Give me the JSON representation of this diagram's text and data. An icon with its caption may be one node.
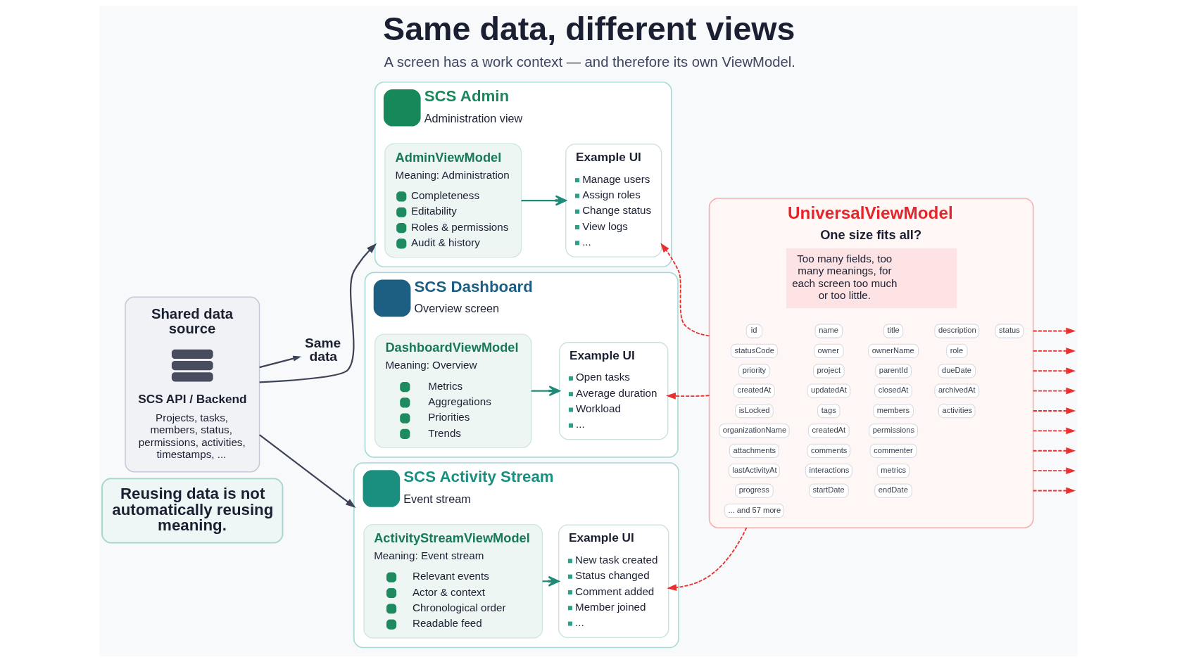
{
  "diagram": {
    "title": "Same data, different views",
    "caption": "A screen has a work context — and therefore its own ViewModel.",
    "nodes": [
      {
        "text": [
          "Shared data source",
          "SCS API / Backend",
          "Projects, tasks, members, status, permissions, activities, timestamps, ..."
        ]
      },
      {
        "text": [
          "Same data"
        ]
      },
      {
        "text": [
          "SCS Admin",
          "Administration view"
        ]
      },
      {
        "text": [
          "AdminViewModel",
          "Meaning: Administration",
          "Completeness",
          "Editability",
          "Roles & permissions",
          "Audit & history"
        ],
        "in": 2
      },
      {
        "text": [
          "Example UI",
          "Manage users",
          "Assign roles",
          "Change status",
          "View logs",
          "..."
        ],
        "in": 2
      },
      {
        "text": [
          "SCS Dashboard",
          "Overview screen"
        ]
      },
      {
        "text": [
          "DashboardViewModel",
          "Meaning: Overview",
          "Metrics",
          "Aggregations",
          "Priorities",
          "Trends"
        ],
        "in": 5
      },
      {
        "text": [
          "Example UI",
          "Open tasks",
          "Average duration",
          "Workload",
          "..."
        ],
        "in": 5
      },
      {
        "text": [
          "SCS Activity Stream",
          "Event stream"
        ]
      },
      {
        "text": [
          "ActivityStreamViewModel",
          "Meaning: Event stream",
          "Relevant events",
          "Actor & context",
          "Chronological order",
          "Readable feed"
        ],
        "in": 8
      },
      {
        "text": [
          "Example UI",
          "New task created",
          "Status changed",
          "Comment added",
          "Member joined",
          "..."
        ],
        "in": 8
      },
      {
        "text": [
          "UniversalViewModel",
          "One size fits all?",
          "Too many fields, too many meanings, for each screen too much or too little."
        ]
      },
      {
        "text": [
          "id"
        ],
        "in": 11
      },
      {
        "text": [
          "name"
        ],
        "in": 11
      },
      {
        "text": [
          "title"
        ],
        "in": 11
      },
      {
        "text": [
          "description"
        ],
        "in": 11
      },
      {
        "text": [
          "status"
        ],
        "in": 11
      },
      {
        "text": [
          "statusCode"
        ],
        "in": 11
      },
      {
        "text": [
          "owner"
        ],
        "in": 11
      },
      {
        "text": [
          "ownerName"
        ],
        "in": 11
      },
      {
        "text": [
          "role"
        ],
        "in": 11
      },
      {
        "text": [
          "organizationName"
        ],
        "in": 11
      },
      {
        "text": [
          "createdAt"
        ],
        "in": 11
      },
      {
        "text": [
          "permissions"
        ],
        "in": 11
      },
      {
        "text": [
          "priority"
        ],
        "in": 11
      },
      {
        "text": [
          "project"
        ],
        "in": 11
      },
      {
        "text": [
          "parentId"
        ],
        "in": 11
      },
      {
        "text": [
          "dueDate"
        ],
        "in": 11
      },
      {
        "text": [
          "createdAt"
        ],
        "in": 11
      },
      {
        "text": [
          "updatedAt"
        ],
        "in": 11
      },
      {
        "text": [
          "closedAt"
        ],
        "in": 11
      },
      {
        "text": [
          "archivedAt"
        ],
        "in": 11
      },
      {
        "text": [
          "isLocked"
        ],
        "in": 11
      },
      {
        "text": [
          "tags"
        ],
        "in": 11
      },
      {
        "text": [
          "members"
        ],
        "in": 11
      },
      {
        "text": [
          "activities"
        ],
        "in": 11
      },
      {
        "text": [
          "attachments"
        ],
        "in": 11
      },
      {
        "text": [
          "comments"
        ],
        "in": 11
      },
      {
        "text": [
          "commenter"
        ],
        "in": 11
      },
      {
        "text": [
          "lastActivityAt"
        ],
        "in": 11
      },
      {
        "text": [
          "interactions"
        ],
        "in": 11
      },
      {
        "text": [
          "metrics"
        ],
        "in": 11
      },
      {
        "text": [
          "progress"
        ],
        "in": 11
      },
      {
        "text": [
          "startDate"
        ],
        "in": 11
      },
      {
        "text": [
          "endDate"
        ],
        "in": 11
      },
      {
        "text": [
          "... and 57 more"
        ],
        "in": 11
      },
      {
        "text": [
          "Reusing data is not automatically reusing meaning."
        ]
      }
    ],
    "edges": [
      {
        "from": 0,
        "to": 2,
        "arrow": "to",
        "color": "#3d4458"
      },
      {
        "from": 0,
        "to": 1,
        "arrow": "to",
        "color": "#3d4458"
      },
      {
        "from": 0,
        "to": 8,
        "arrow": "to",
        "color": "#3d4458"
      },
      {
        "from": 3,
        "to": 4,
        "arrow": "to",
        "color": "#1f8a78"
      },
      {
        "from": 6,
        "to": 7,
        "arrow": "to",
        "color": "#1f8a78"
      },
      {
        "from": 9,
        "to": 10,
        "arrow": "to",
        "color": "#1f8a78"
      },
      {
        "from": 11,
        "to": 4,
        "arrow": "to",
        "style": "dashed",
        "color": "#e8302f"
      },
      {
        "from": 11,
        "to": 7,
        "arrow": "to",
        "style": "dashed",
        "color": "#e8302f"
      },
      {
        "from": 11,
        "to": 10,
        "arrow": "to",
        "style": "dashed",
        "color": "#e8302f"
      },
      {
        "from": 11,
        "to": null,
        "arrow": "to",
        "style": "dashed",
        "color": "#e8302f"
      },
      {
        "from": 11,
        "to": null,
        "arrow": "to",
        "style": "dashed",
        "color": "#e8302f"
      },
      {
        "from": 11,
        "to": null,
        "arrow": "to",
        "style": "dashed",
        "color": "#e8302f"
      },
      {
        "from": 11,
        "to": null,
        "arrow": "to",
        "style": "dashed",
        "color": "#e8302f"
      },
      {
        "from": 11,
        "to": null,
        "arrow": "to",
        "style": "dashed",
        "color": "#e8302f"
      },
      {
        "from": 11,
        "to": null,
        "arrow": "to",
        "style": "dashed",
        "color": "#e8302f"
      },
      {
        "from": 11,
        "to": null,
        "arrow": "to",
        "style": "dashed",
        "color": "#e8302f"
      },
      {
        "from": 11,
        "to": null,
        "arrow": "to",
        "style": "dashed",
        "color": "#e8302f"
      },
      {
        "from": 11,
        "to": null,
        "arrow": "to",
        "style": "dashed",
        "color": "#e8302f"
      }
    ]
  }
}
